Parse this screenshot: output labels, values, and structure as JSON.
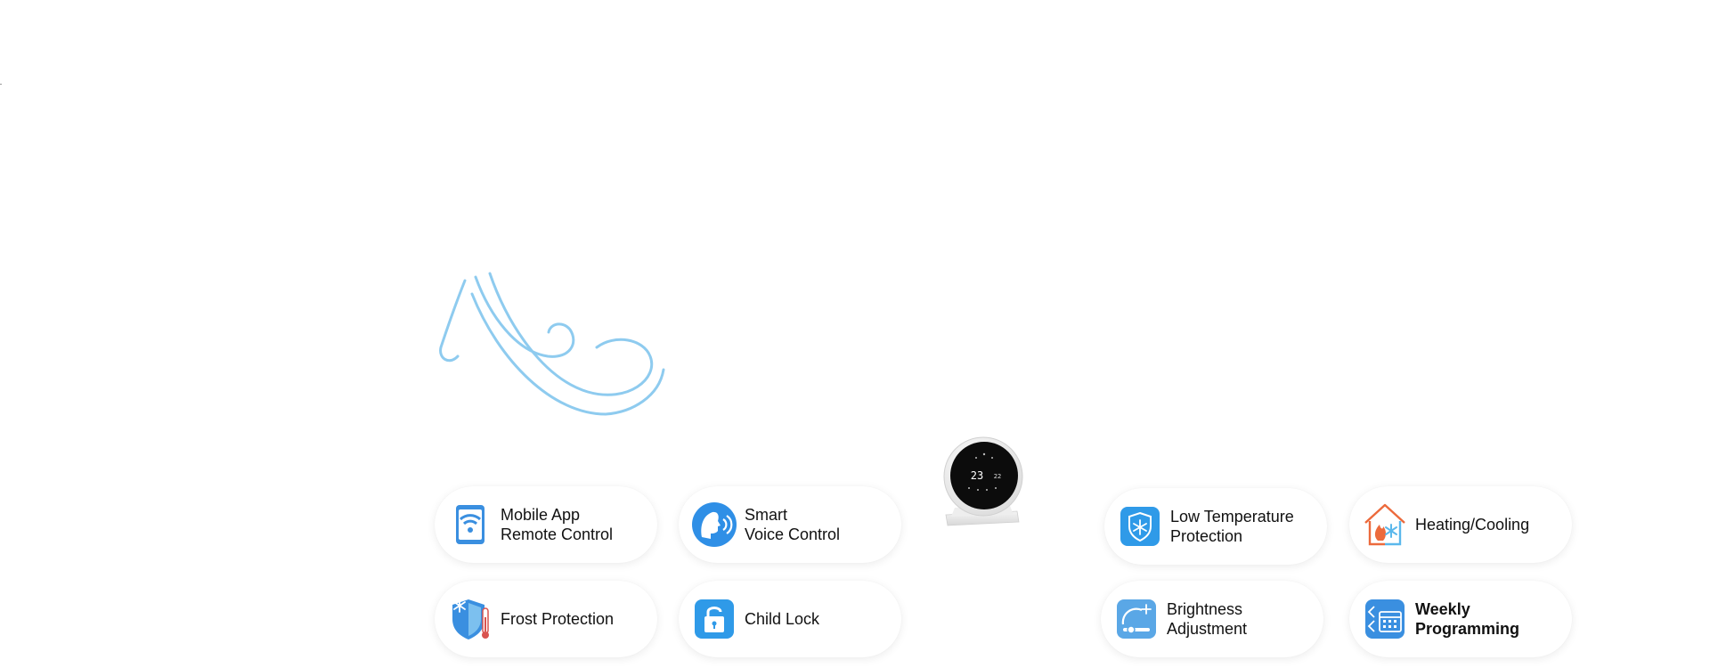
{
  "features": {
    "mobile_app": {
      "line1": "Mobile App",
      "line2": "Remote Control",
      "icon": "mobile-wifi-icon"
    },
    "voice": {
      "line1": "Smart",
      "line2": "Voice Control",
      "icon": "voice-icon"
    },
    "low_temp": {
      "line1": "Low Temperature",
      "line2": "Protection",
      "icon": "shield-snowflake-icon"
    },
    "heating": {
      "line1": "Heating/Cooling",
      "icon": "house-flame-snowflake-icon"
    },
    "frost": {
      "line1": "Frost Protection",
      "icon": "frost-shield-thermometer-icon"
    },
    "child_lock": {
      "line1": "Child Lock",
      "icon": "lock-icon"
    },
    "brightness": {
      "line1": "Brightness",
      "line2": "Adjustment",
      "icon": "brightness-icon"
    },
    "weekly": {
      "line1": "Weekly",
      "line2": "Programming",
      "icon": "calendar-icon"
    }
  },
  "device": {
    "display_main": "23",
    "display_set": "22"
  },
  "colors": {
    "accent_blue": "#2f8fe6",
    "light_blue": "#8ecbef",
    "flame_orange": "#ec6a3c"
  }
}
